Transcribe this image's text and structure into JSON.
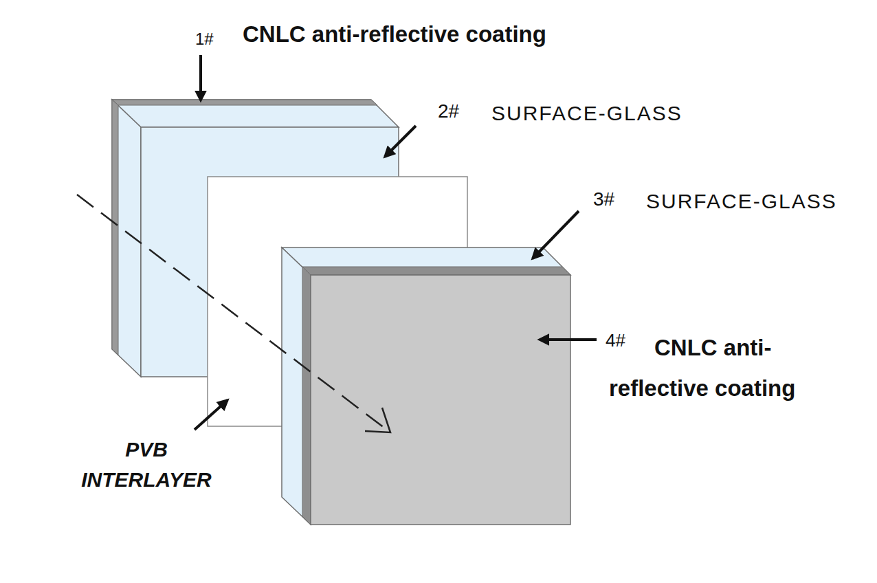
{
  "diagram": {
    "labels": [
      "1#",
      "CNLC anti-reflective coating",
      "2#",
      "SURFACE-GLASS",
      "3#",
      "SURFACE-GLASS",
      "4#",
      "CNLC anti- reflective coating",
      "PVB INTERLAYER"
    ]
  }
}
